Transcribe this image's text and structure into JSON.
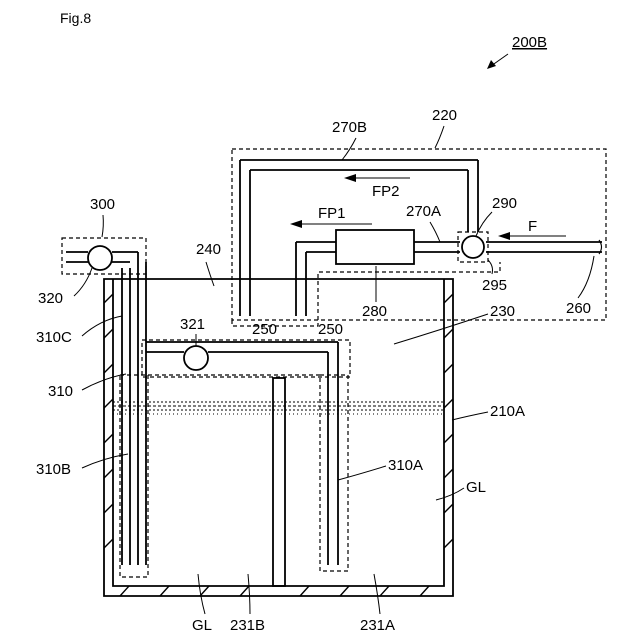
{
  "figure": {
    "title": "Fig.8",
    "labels": {
      "assembly": "200B",
      "unit_220": "220",
      "pipe_270B": "270B",
      "flow_FP2": "FP2",
      "flow_FP1": "FP1",
      "pipe_270A": "270A",
      "valve_290": "290",
      "flow_F": "F",
      "unit_300": "300",
      "ref_240": "240",
      "valve_320": "320",
      "filter_280": "280",
      "port_295": "295",
      "pipe_260": "260",
      "nozzle_250_left": "250",
      "nozzle_250_right": "250",
      "space_230": "230",
      "valve_321": "321",
      "pipe_310C": "310C",
      "pipe_310": "310",
      "wall_210A": "210A",
      "pipe_310B": "310B",
      "pipe_310A": "310A",
      "liquid_GL_right": "GL",
      "liquid_GL_bottom": "GL",
      "chamber_231B": "231B",
      "chamber_231A": "231A"
    }
  }
}
